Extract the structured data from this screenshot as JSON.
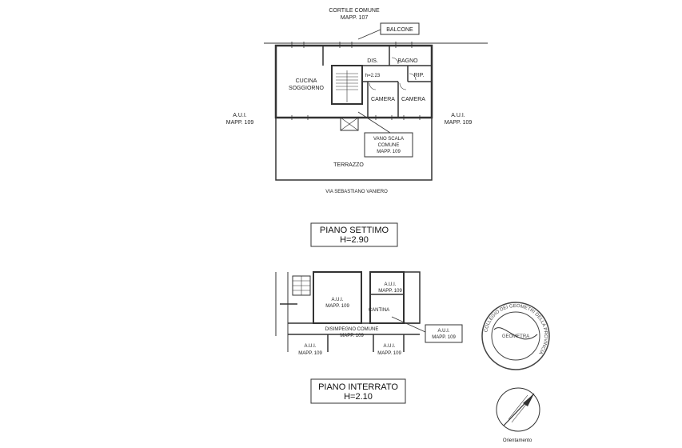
{
  "piano_settimo": {
    "cortile": {
      "line1": "CORTILE COMUNE",
      "line2": "MAPP. 107"
    },
    "balcone": "BALCONE",
    "dis": "DIS.",
    "bagno": "BAGNO",
    "rip": "RIP.",
    "height_note": "h=2.23",
    "cucina": {
      "line1": "CUCINA",
      "line2": "SOGGIORNO"
    },
    "camera_1": "CAMERA",
    "camera_2": "CAMERA",
    "aui_left": {
      "line1": "A.U.I.",
      "line2": "MAPP. 109"
    },
    "aui_right": {
      "line1": "A.U.I.",
      "line2": "MAPP. 109"
    },
    "vano_scala": {
      "line1": "VANO SCALA",
      "line2": "COMUNE",
      "line3": "MAPP. 109"
    },
    "terrazzo": "TERRAZZO",
    "street": "VIA SEBASTIANO VANIERO",
    "title": {
      "line1": "PIANO SETTIMO",
      "line2": "H=2.90"
    }
  },
  "piano_interrato": {
    "aui_center": {
      "line1": "A.U.I.",
      "line2": "MAPP. 109"
    },
    "aui_top_right": {
      "line1": "A.U.I.",
      "line2": "MAPP. 109"
    },
    "cantina": "CANTINA",
    "disimpegno": {
      "line1": "DISIMPEGNO COMUNE",
      "line2": "MAPP. 109"
    },
    "aui_box": {
      "line1": "A.U.I.",
      "line2": "MAPP. 109"
    },
    "aui_bottom_left": {
      "line1": "A.U.I.",
      "line2": "MAPP. 109"
    },
    "aui_bottom_right": {
      "line1": "A.U.I.",
      "line2": "MAPP. 109"
    },
    "title": {
      "line1": "PIANO INTERRATO",
      "line2": "H=2.10"
    }
  },
  "stamp": {
    "ring_text": "COLLEGIO DEI GEOMETRI DELLA PROVINCIA",
    "center": "GEOMETRA"
  },
  "orientamento": "Orientamento"
}
